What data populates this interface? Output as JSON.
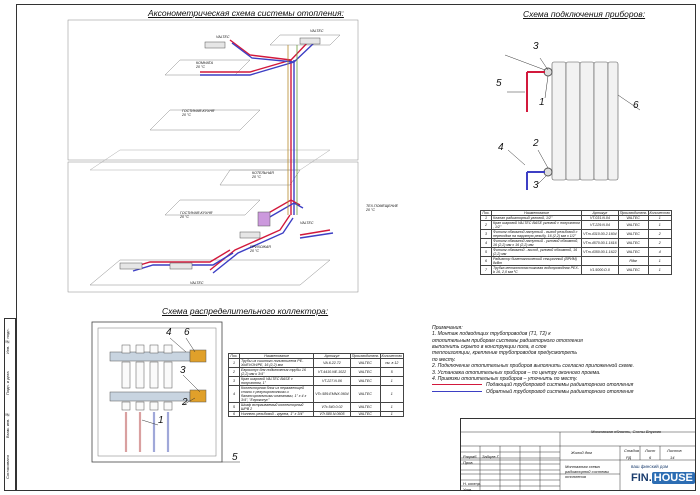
{
  "titles": {
    "axon": "Аксонометрическая схема системы отопления:",
    "devices": "Схема подключения приборов:",
    "collector": "Схема распределительного коллектора:"
  },
  "axon_labels": {
    "room_bedroom": "КОМНАТА",
    "room_bedroom_t": "20 °С",
    "room_living": "ГОСТИНАЯ-КУХНЯ",
    "room_living_t": "20 °С",
    "room_boiler": "КОТЕЛЬНАЯ",
    "room_boiler_t": "20 °С",
    "room_living2": "ГОСТИНАЯ-КУХНЯ",
    "room_living2_t": "20 °С",
    "room_hall": "ПРИХОЖАЯ",
    "room_hall_t": "20 °С",
    "room_corridor": "ТЕХ.ПОМЕЩЕНИЕ",
    "room_corridor_t": "20 °С",
    "valtec": "VALTEC"
  },
  "device_table": {
    "headers": [
      "Поз.",
      "Наименование",
      "Артикул",
      "Производитель",
      "Количество"
    ],
    "rows": [
      [
        "1",
        "Клапан радиаторный угловой, 1/2\"",
        "VT.031.N.04",
        "VALTEC",
        "1"
      ],
      [
        "2",
        "Кран шаровой VALTEC BASE угловой с полусгоном , 1/2\"",
        "VT.229.N.04",
        "VALTEC",
        "1"
      ],
      [
        "3",
        "Фитинг обжимной латунный - выход резьбовой с переходом на наружную резьбу, 16 (2,2) мм х 1/2\"",
        "VTm.4310.00.2.1604",
        "VALTEC",
        "2"
      ],
      [
        "4",
        "Фитинг обжимной латунный - угловой обжимной, 16 (2,2) мм х 16 (2,2) мм",
        "VTm.4570.00.1.1616",
        "VALTEC",
        "2"
      ],
      [
        "5",
        "Фитинг обжимной - выход, угловой обжимной, 16 (2,2) мм",
        "VTm.4350.00.1.1622",
        "VALTEC",
        "4"
      ],
      [
        "6",
        "Радиатор биметаллический секционный (ВРИМ) 8кВт",
        "",
        "Rifar",
        "1"
      ],
      [
        "7",
        "Трубка металлопластиковая водопроводная PEX-b 16, 2,0 мм ³С",
        "V1.5000.D.0",
        "VALTEC",
        "1"
      ]
    ]
  },
  "collector_table": {
    "headers": [
      "Поз.",
      "Наименование",
      "Артикул",
      "Производитель",
      "Количество"
    ],
    "rows": [
      [
        "1",
        "Трубы из сшитого полиэтилена PE-Xb/EVOH/PE, 16 (2,2) мм",
        "VA.6.22.72",
        "VALTEC",
        "см. в 12"
      ],
      [
        "2",
        "Евроконус для подключения трубы 16 (2,2) мм к 3/4\"",
        "VT.4410.NE.1022",
        "VALTEC",
        "5"
      ],
      [
        "3",
        "Кран шаровой VALTEC BASE с полусгоном, 1\"",
        "VT.227.N.06",
        "VALTEC",
        "1"
      ],
      [
        "4",
        "Коллекторная блок из нержавеющей стали с регулировочными и балансировочными клапанами, 1\" х 4 х 3/4\", \"Евроконус\"",
        "VTc.589.EMNX.0604",
        "VALTEC",
        "1"
      ],
      [
        "5",
        "Шкаф встраиваемый коллекторный ШРВ 2",
        "VTc.540.0.02",
        "VALTEC",
        "1"
      ],
      [
        "6",
        "Ниппель резьбовой - группа, 1\" х 3/4\"",
        "VTr.580.N.0605",
        "VALTEC",
        "1"
      ]
    ]
  },
  "notes": {
    "heading": "Примечания:",
    "lines": [
      "1.     Монтаж подводящих трубопроводов (Т1, Т2) к",
      "отопительным приборам системы радиаторного отопления",
      "выполнить скрыто в конструкции пола, в слое",
      "теплоизоляции, крепление трубопроводов предусмотреть",
      "по месту.",
      "2.     Подключение отопительных приборов выполнить согласно приложенной схеме.",
      "3.     Установка отопительных приборов – по центру оконного проема.",
      "4.     Привязки отопительных приборов – уточнить по месту."
    ],
    "legend_supply": "Подающий трубопровод системы радиаторного отопления",
    "legend_return": "Обратный трубопровод системы радиаторного отопления",
    "supply_color": "#d2193c",
    "return_color": "#3d3fc4"
  },
  "stamp": {
    "region": "Московская область, Сосны Внуково",
    "object": "Жилой дом",
    "sheet_title": "Монтажная схема радиаторной системы отопления",
    "stage_label": "Стадия",
    "sheet_label": "Лист",
    "sheets_label": "Листов",
    "stage": "РД",
    "sheet": "6",
    "sheets": "14",
    "dev_label": "Разраб.",
    "dev_name": "Зайцев Г.",
    "check_label": "Пров.",
    "norm_label": "Н. контр.",
    "approve_label": "Утв.",
    "company": "ваш финский дом",
    "brand_a": "FIN.",
    "brand_b": "HOUSE"
  },
  "side_strip": [
    "Инв. № подл.",
    "Подп. и дата",
    "Взам. инв. №",
    "Согласовано"
  ],
  "callouts": {
    "n1": "1",
    "n2": "2",
    "n3": "3",
    "n4": "4",
    "n5": "5",
    "n6": "6"
  }
}
